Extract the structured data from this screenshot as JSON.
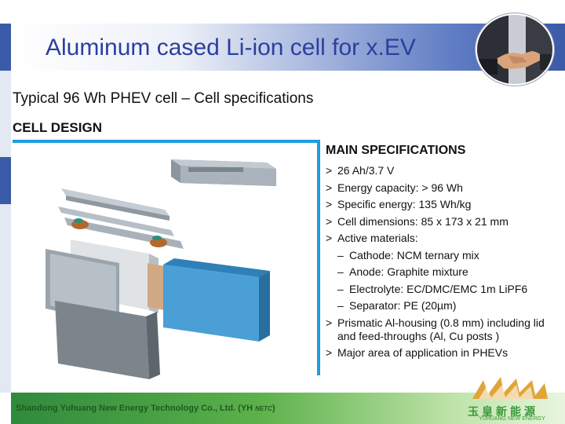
{
  "slide": {
    "title": "Aluminum cased Li-ion cell for x.EV",
    "subtitle": "Typical 96 Wh PHEV cell – Cell specifications",
    "section_label": "CELL DESIGN"
  },
  "specs": {
    "heading": "MAIN SPECIFICATIONS",
    "items": [
      {
        "marker": ">",
        "text": "26 Ah/3.7 V"
      },
      {
        "marker": ">",
        "text": "Energy capacity: > 96 Wh"
      },
      {
        "marker": ">",
        "text": "Specific energy: 135 Wh/kg"
      },
      {
        "marker": ">",
        "text": "Cell dimensions: 85 x 173 x 21 mm"
      },
      {
        "marker": ">",
        "text": "Active materials:"
      },
      {
        "marker": "–",
        "text": "Cathode: NCM ternary mix"
      },
      {
        "marker": "–",
        "text": "Anode: Graphite mixture"
      },
      {
        "marker": "–",
        "text": "Electrolyte: EC/DMC/EMC 1m LiPF6"
      },
      {
        "marker": "–",
        "text": "Separator: PE (20µm)"
      },
      {
        "marker": ">",
        "text": "Prismatic Al-housing (0.8 mm) including lid and feed-throughs (Al, Cu posts )"
      },
      {
        "marker": ">",
        "text": "Major area of application in PHEVs"
      }
    ]
  },
  "footer": {
    "company": "Shandong Yuhuang New Energy Technology Co., Ltd. (YH",
    "company_abbr": "NETC",
    "company_close": ")",
    "brand_cn": "玉皇新能源",
    "brand_en": "YUHUANG NEW ENERGY"
  },
  "colors": {
    "title": "#2a3fa0",
    "accent_blue": "#1e9de0",
    "footer_green": "#3a9a3a"
  },
  "icons": {
    "header_photo": "handshake-photo",
    "brand_logo": "sunburst-logo"
  }
}
